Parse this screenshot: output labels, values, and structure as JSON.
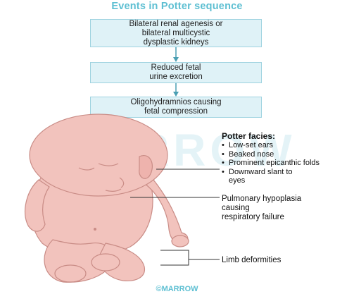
{
  "title": "Events in Potter sequence",
  "flow": [
    {
      "lines": [
        "Bilateral renal agenesis or",
        "bilateral multicystic",
        "dysplastic kidneys"
      ]
    },
    {
      "lines": [
        "Reduced fetal",
        "urine excretion"
      ]
    },
    {
      "lines": [
        "Oligohydramnios causing",
        "fetal compression"
      ]
    }
  ],
  "watermark": "MARROW",
  "potter_facies": {
    "heading": "Potter facies:",
    "items": [
      "Low-set ears",
      "Beaked nose",
      "Prominent epicanthic folds",
      "Downward slant to eyes"
    ]
  },
  "pulmonary": [
    "Pulmonary hypoplasia",
    "causing",
    "respiratory failure"
  ],
  "limb": "Limb deformities",
  "footer": "©MARROW",
  "colors": {
    "accent": "#5dbfd2",
    "box_fill": "#dff2f7",
    "skin": "#f2c3bd"
  }
}
